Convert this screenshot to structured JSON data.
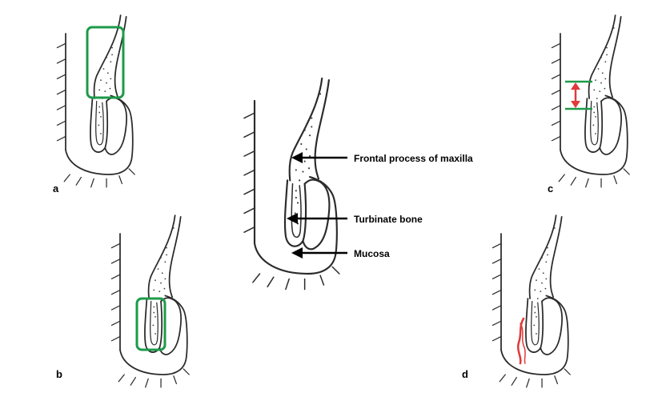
{
  "panels": {
    "a": "a",
    "b": "b",
    "c": "c",
    "d": "d"
  },
  "labels": {
    "frontal_process": "Frontal process of maxilla",
    "turbinate_bone": "Turbinate bone",
    "mucosa": "Mucosa"
  },
  "colors": {
    "highlight_box": "#1e9a4a",
    "measure_lines": "#1e9a4a",
    "measure_arrow": "#e03a3a",
    "mucosa_mark": "#e03a3a",
    "ink": "#2b2b2b"
  }
}
